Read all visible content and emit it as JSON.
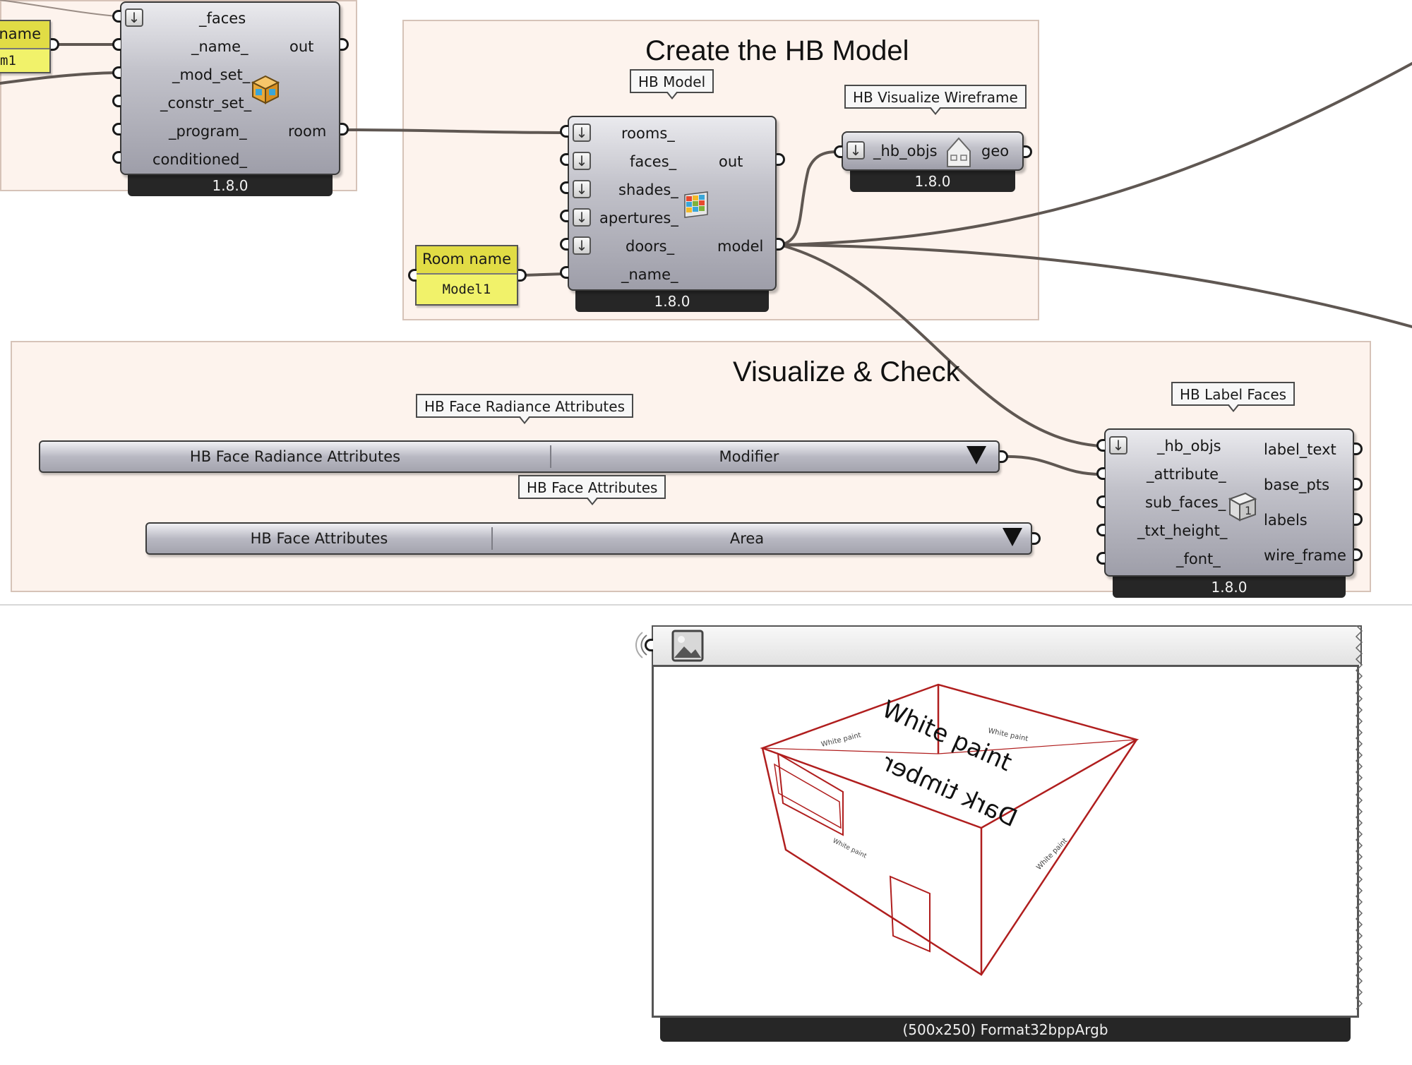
{
  "groups": {
    "create_model_title": "Create the HB Model",
    "visualize_title": "Visualize & Check"
  },
  "room_component": {
    "inputs": [
      "_faces",
      "_name_",
      "_mod_set_",
      "_constr_set_",
      "_program_",
      "conditioned_"
    ],
    "outputs": [
      "out",
      "room"
    ],
    "version": "1.8.0"
  },
  "partial_panel": {
    "header": "name",
    "value": "m1"
  },
  "hb_model": {
    "tag": "HB Model",
    "inputs": [
      "rooms_",
      "faces_",
      "shades_",
      "apertures_",
      "doors_",
      "_name_"
    ],
    "outputs": [
      "out",
      "model"
    ],
    "version": "1.8.0"
  },
  "room_name_panel": {
    "header": "Room name",
    "value": "Model1"
  },
  "hb_visualize": {
    "tag": "HB Visualize Wireframe",
    "input": "_hb_objs",
    "output": "geo",
    "version": "1.8.0"
  },
  "face_radiance_list": {
    "tag": "HB Face Radiance Attributes",
    "left": "HB Face Radiance Attributes",
    "right": "Modifier"
  },
  "face_attributes_list": {
    "tag": "HB Face Attributes",
    "left": "HB Face Attributes",
    "right": "Area"
  },
  "label_faces": {
    "tag": "HB Label Faces",
    "inputs": [
      "_hb_objs",
      "_attribute_",
      "sub_faces_",
      "_txt_height_",
      "_font_"
    ],
    "outputs": [
      "label_text",
      "base_pts",
      "labels",
      "wire_frame"
    ],
    "version": "1.8.0"
  },
  "image_viewer": {
    "footer": "(500x250) Format32bppArgb",
    "labels": [
      "White paint",
      "Dark timber"
    ]
  },
  "colors": {
    "group_fill": "#fdf3ed",
    "component": "#b4b4bd",
    "panel": "#f1f26a",
    "wire": "#5f5752",
    "model_edges": "#b01e1e"
  },
  "icons": [
    "arrow-down-icon",
    "room-cube-icon",
    "hb-model-icon",
    "house-icon",
    "label-cube-icon",
    "image-icon",
    "wireless-icon"
  ]
}
